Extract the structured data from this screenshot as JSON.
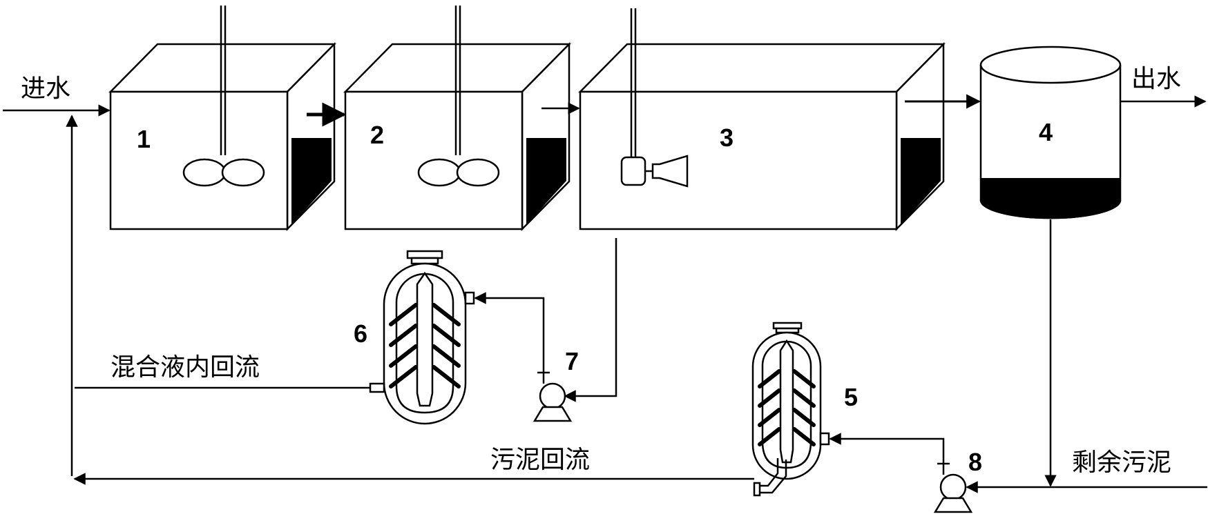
{
  "labels": {
    "influent": "进水",
    "effluent": "出水",
    "mixed_liquor_recycle": "混合液内回流",
    "sludge_return": "污泥回流",
    "excess_sludge": "剩余污泥"
  },
  "units": {
    "tank1": "1",
    "tank2": "2",
    "tank3": "3",
    "clarifier": "4",
    "reactor5": "5",
    "reactor6": "6",
    "pump7": "7",
    "pump8": "8"
  }
}
